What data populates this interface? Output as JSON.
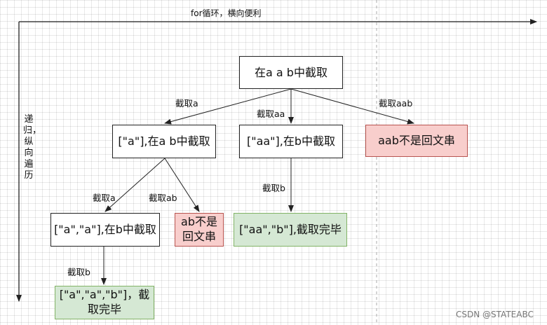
{
  "axes": {
    "horizontal_label": "for循环，横向便利",
    "vertical_label": "递归，纵向遍历"
  },
  "nodes": {
    "root": "在a a b中截取",
    "level1_a": "[\"a\"],在a b中截取",
    "level1_aa": "[\"aa\"],在b中截取",
    "level1_aab": "aab不是回文串",
    "level2_a_a": "[\"a\",\"a\"],在b中截取",
    "level2_ab": "ab不是回文串",
    "level2_aa_b": "[\"aa\",\"b\"],截取完毕",
    "level3_a_a_b": "[\"a\",\"a\",\"b\"]，截取完毕"
  },
  "edges": {
    "root_to_a": "截取a",
    "root_to_aa": "截取aa",
    "root_to_aab": "截取aab",
    "a_to_a_a": "截取a",
    "a_to_ab": "截取ab",
    "aa_to_aa_b": "截取b",
    "a_a_to_a_a_b": "截取b"
  },
  "watermark": "CSDN @STATEABC",
  "colors": {
    "fail_fill": "#f8cecc",
    "fail_border": "#b85450",
    "done_fill": "#d5e8d4",
    "done_border": "#82b366"
  }
}
